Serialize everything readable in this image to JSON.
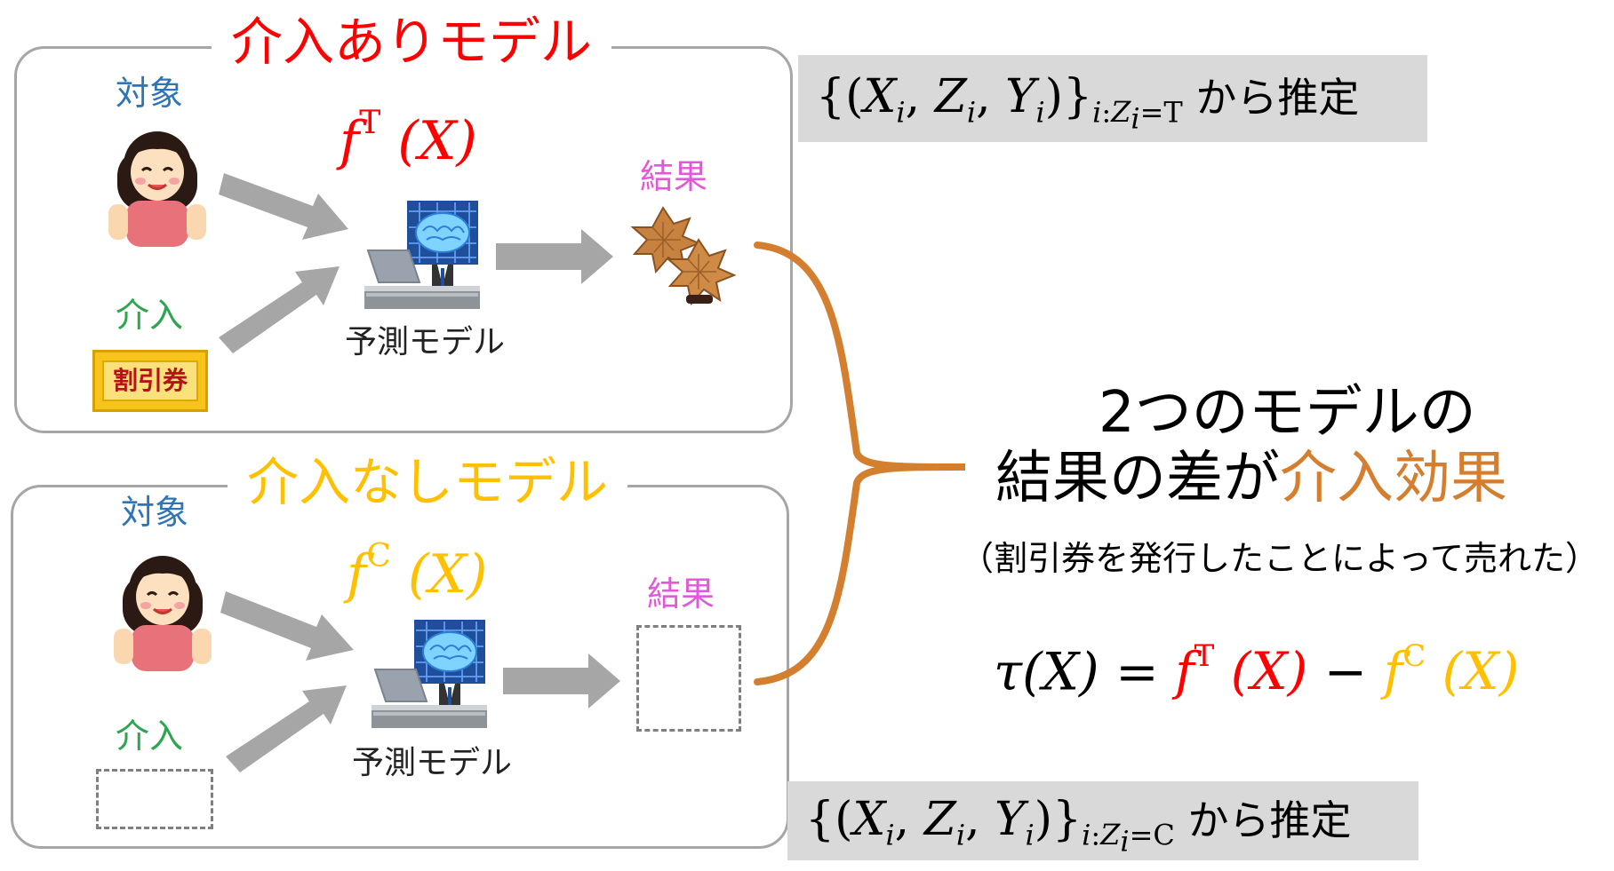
{
  "colors": {
    "treated": "#ff0000",
    "control": "#ffc000",
    "subject": "#2e75b6",
    "intervention": "#2ea54f",
    "result": "#e05ad8",
    "effect": "#d47f30",
    "arrow": "#a6a6a6",
    "brace": "#d47f30"
  },
  "top_panel": {
    "title": "介入ありモデル",
    "func": "f",
    "sup": "T",
    "arg": "(X)",
    "subject_label": "対象",
    "intervention_label": "介入",
    "coupon_text": "割引券",
    "result_label": "結果",
    "model_label": "予測モデル",
    "estimate": {
      "set": "{(X",
      "tail": " から推定",
      "cond": "T"
    }
  },
  "bottom_panel": {
    "title": "介入なしモデル",
    "func": "f",
    "sup": "C",
    "arg": "(X)",
    "subject_label": "対象",
    "intervention_label": "介入",
    "result_label": "結果",
    "model_label": "予測モデル",
    "estimate": {
      "tail": " から推定",
      "cond": "C"
    }
  },
  "conclusion": {
    "line1": "2つのモデルの",
    "line2_prefix": "結果の差が",
    "line2_highlight": "介入効果",
    "note": "（割引券を発行したことによって売れた）",
    "tau": "τ(X) = ",
    "minus": " − "
  },
  "icons": [
    "person-icon",
    "ai-model-icon",
    "momiji-cake-icon",
    "coupon-icon",
    "arrow-icon",
    "curly-brace-icon"
  ]
}
